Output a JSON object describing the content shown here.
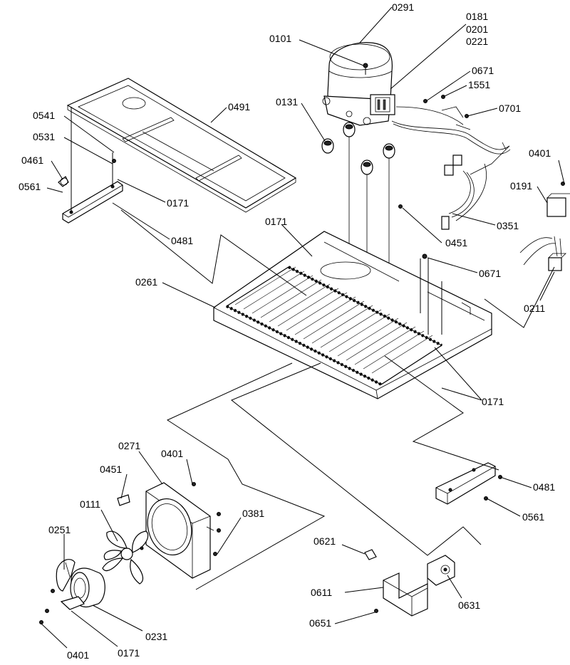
{
  "diagram": {
    "callouts": {
      "c0291": "0291",
      "c0181": "0181",
      "c0201": "0201",
      "c0221": "0221",
      "c0101": "0101",
      "c0671a": "0671",
      "c1551": "1551",
      "c0131": "0131",
      "c0701": "0701",
      "c0491": "0491",
      "c0541": "0541",
      "c0531": "0531",
      "c0461": "0461",
      "c0561a": "0561",
      "c0171a": "0171",
      "c0401a": "0401",
      "c0191": "0191",
      "c0481a": "0481",
      "c0351": "0351",
      "c0171b": "0171",
      "c0451a": "0451",
      "c0671b": "0671",
      "c0261": "0261",
      "c0211": "0211",
      "c0171c": "0171",
      "c0271": "0271",
      "c0401b": "0401",
      "c0451b": "0451",
      "c0481b": "0481",
      "c0111": "0111",
      "c0381": "0381",
      "c0561b": "0561",
      "c0251": "0251",
      "c0621": "0621",
      "c0611": "0611",
      "c0631": "0631",
      "c0231": "0231",
      "c0651": "0651",
      "c0401c": "0401",
      "c0171d": "0171"
    }
  }
}
